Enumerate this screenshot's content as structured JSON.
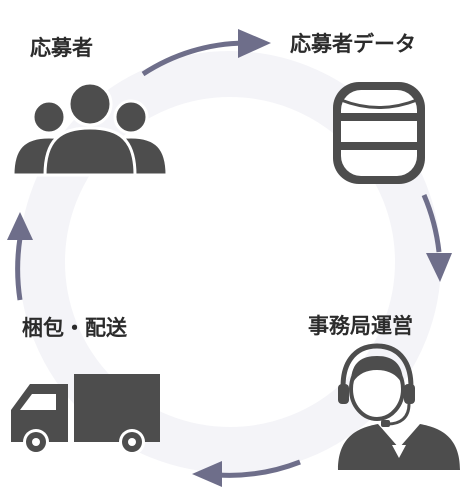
{
  "diagram": {
    "nodes": [
      {
        "label": "応募者",
        "icon": "people-group-icon"
      },
      {
        "label": "応募者データ",
        "icon": "database-icon"
      },
      {
        "label": "事務局運営",
        "icon": "headset-operator-icon"
      },
      {
        "label": "梱包・配送",
        "icon": "delivery-truck-icon"
      }
    ],
    "colors": {
      "icon": "#4d4d4d",
      "ring": "#f4f4f8",
      "arrow": "#6e6e8a",
      "text": "#2b2b2b"
    }
  }
}
